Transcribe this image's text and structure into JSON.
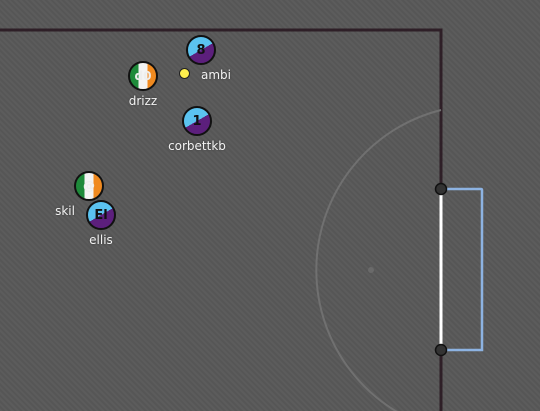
{
  "colors": {
    "field": "#585858",
    "boundary": "#2e1f27",
    "goal_line": "#ffffff",
    "goal_net": "#8db3e2",
    "ball": "#ffef4d",
    "team_blue_primary": "#5bc3f0",
    "team_blue_secondary": "#5c1f7c"
  },
  "players": [
    {
      "name": "ambi",
      "avatar": "8",
      "kit": "blue-purple"
    },
    {
      "name": "drizz",
      "avatar": "d0",
      "kit": "irish"
    },
    {
      "name": "corbettkb",
      "avatar": "1",
      "kit": "blue-purple"
    },
    {
      "name": "skil",
      "avatar": "@",
      "kit": "irish"
    },
    {
      "name": "ellis",
      "avatar": "El",
      "kit": "blue-purple"
    }
  ]
}
